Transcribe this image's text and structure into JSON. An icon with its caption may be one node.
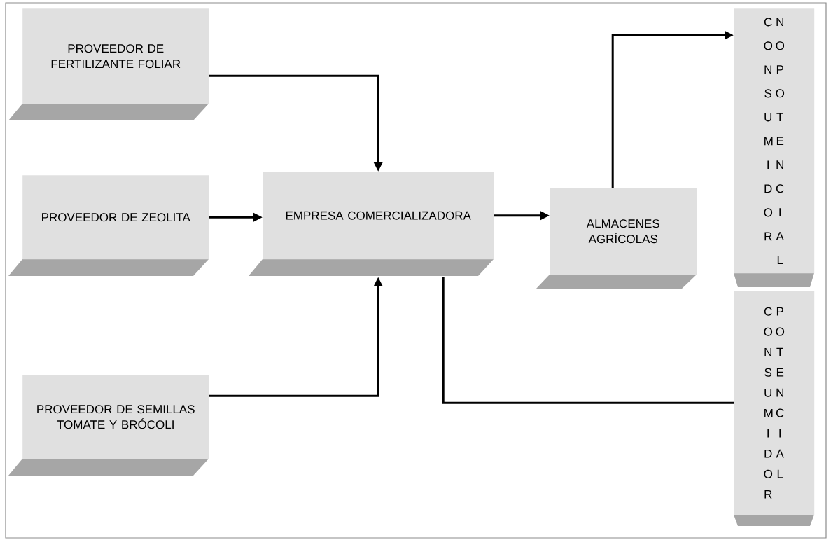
{
  "diagram": {
    "nodes": [
      {
        "text": [
          "PROVEEDOR DE FERTILIZANTE FOLIAR"
        ]
      },
      {
        "text": [
          "PROVEEDOR DE ZEOLITA"
        ]
      },
      {
        "text": [
          "PROVEEDOR DE SEMILLAS TOMATE Y BRÓCOLI"
        ]
      },
      {
        "text": [
          "EMPRESA COMERCIALIZADORA"
        ]
      },
      {
        "text": [
          "ALMACENES AGRÍCOLAS"
        ]
      },
      {
        "text": [
          "CONSUMIDOR",
          "NO POTENCIAL"
        ]
      },
      {
        "text": [
          "CONSUMIDOR",
          "POTENCIAL"
        ]
      }
    ],
    "edges": [
      {
        "from": 0,
        "to": 3,
        "arrow": "to"
      },
      {
        "from": 1,
        "to": 3,
        "arrow": "to"
      },
      {
        "from": 2,
        "to": 3,
        "arrow": "to"
      },
      {
        "from": 3,
        "to": 4,
        "arrow": "to"
      },
      {
        "from": 4,
        "to": 5,
        "arrow": "to"
      },
      {
        "from": 3,
        "to": 6,
        "arrow": "none"
      }
    ]
  }
}
